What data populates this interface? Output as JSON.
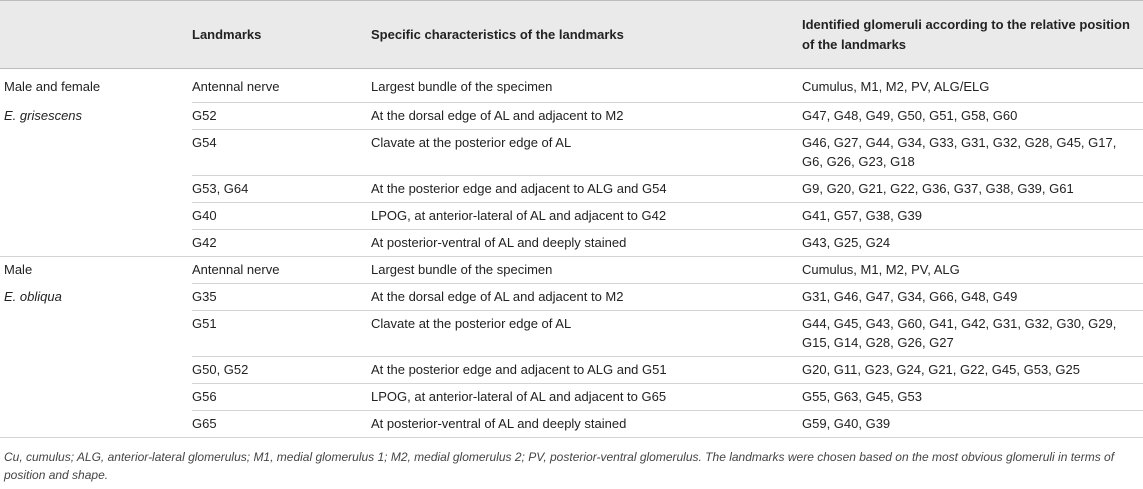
{
  "table": {
    "headers": {
      "group": "",
      "landmarks": "Landmarks",
      "characteristics": "Specific characteristics of the landmarks",
      "glomeruli": "Identified glomeruli according to the relative position of the landmarks"
    },
    "groups": [
      {
        "label_line1": "Male and female",
        "label_line2": "E. grisescens",
        "rows": [
          {
            "landmark": "Antennal nerve",
            "characteristic": "Largest bundle of the specimen",
            "glomeruli": "Cumulus, M1, M2, PV, ALG/ELG"
          },
          {
            "landmark": "G52",
            "characteristic": "At the dorsal edge of AL and adjacent to M2",
            "glomeruli": "G47, G48, G49, G50, G51, G58, G60"
          },
          {
            "landmark": "G54",
            "characteristic": "Clavate at the posterior edge of AL",
            "glomeruli": "G46, G27, G44, G34, G33, G31, G32, G28, G45, G17, G6, G26, G23, G18"
          },
          {
            "landmark": "G53, G64",
            "characteristic": "At the posterior edge and adjacent to ALG and G54",
            "glomeruli": "G9, G20, G21, G22, G36, G37, G38, G39, G61"
          },
          {
            "landmark": "G40",
            "characteristic": "LPOG, at anterior-lateral of AL and adjacent to G42",
            "glomeruli": "G41, G57, G38, G39"
          },
          {
            "landmark": "G42",
            "characteristic": "At posterior-ventral of AL and deeply stained",
            "glomeruli": "G43, G25, G24"
          }
        ]
      },
      {
        "label_line1": "Male",
        "label_line2": "E. obliqua",
        "rows": [
          {
            "landmark": "Antennal nerve",
            "characteristic": "Largest bundle of the specimen",
            "glomeruli": "Cumulus, M1, M2, PV, ALG"
          },
          {
            "landmark": "G35",
            "characteristic": "At the dorsal edge of AL and adjacent to M2",
            "glomeruli": "G31, G46, G47, G34, G66, G48, G49"
          },
          {
            "landmark": "G51",
            "characteristic": "Clavate at the posterior edge of AL",
            "glomeruli": "G44, G45, G43, G60, G41, G42, G31, G32, G30, G29, G15, G14, G28, G26, G27"
          },
          {
            "landmark": "G50, G52",
            "characteristic": "At the posterior edge and adjacent to ALG and G51",
            "glomeruli": "G20, G11, G23, G24, G21, G22, G45, G53, G25"
          },
          {
            "landmark": "G56",
            "characteristic": "LPOG, at anterior-lateral of AL and adjacent to G65",
            "glomeruli": "G55, G63, G45, G53"
          },
          {
            "landmark": "G65",
            "characteristic": "At posterior-ventral of AL and deeply stained",
            "glomeruli": "G59, G40, G39"
          }
        ]
      }
    ]
  },
  "footnote": "Cu, cumulus; ALG, anterior-lateral glomerulus; M1, medial glomerulus 1; M2, medial glomerulus 2; PV, posterior-ventral glomerulus. The landmarks were chosen based on the most obvious glomeruli in terms of position and shape.",
  "colors": {
    "header_bg": "#eaeaea",
    "rule": "#d4d4d4",
    "text": "#222222"
  }
}
